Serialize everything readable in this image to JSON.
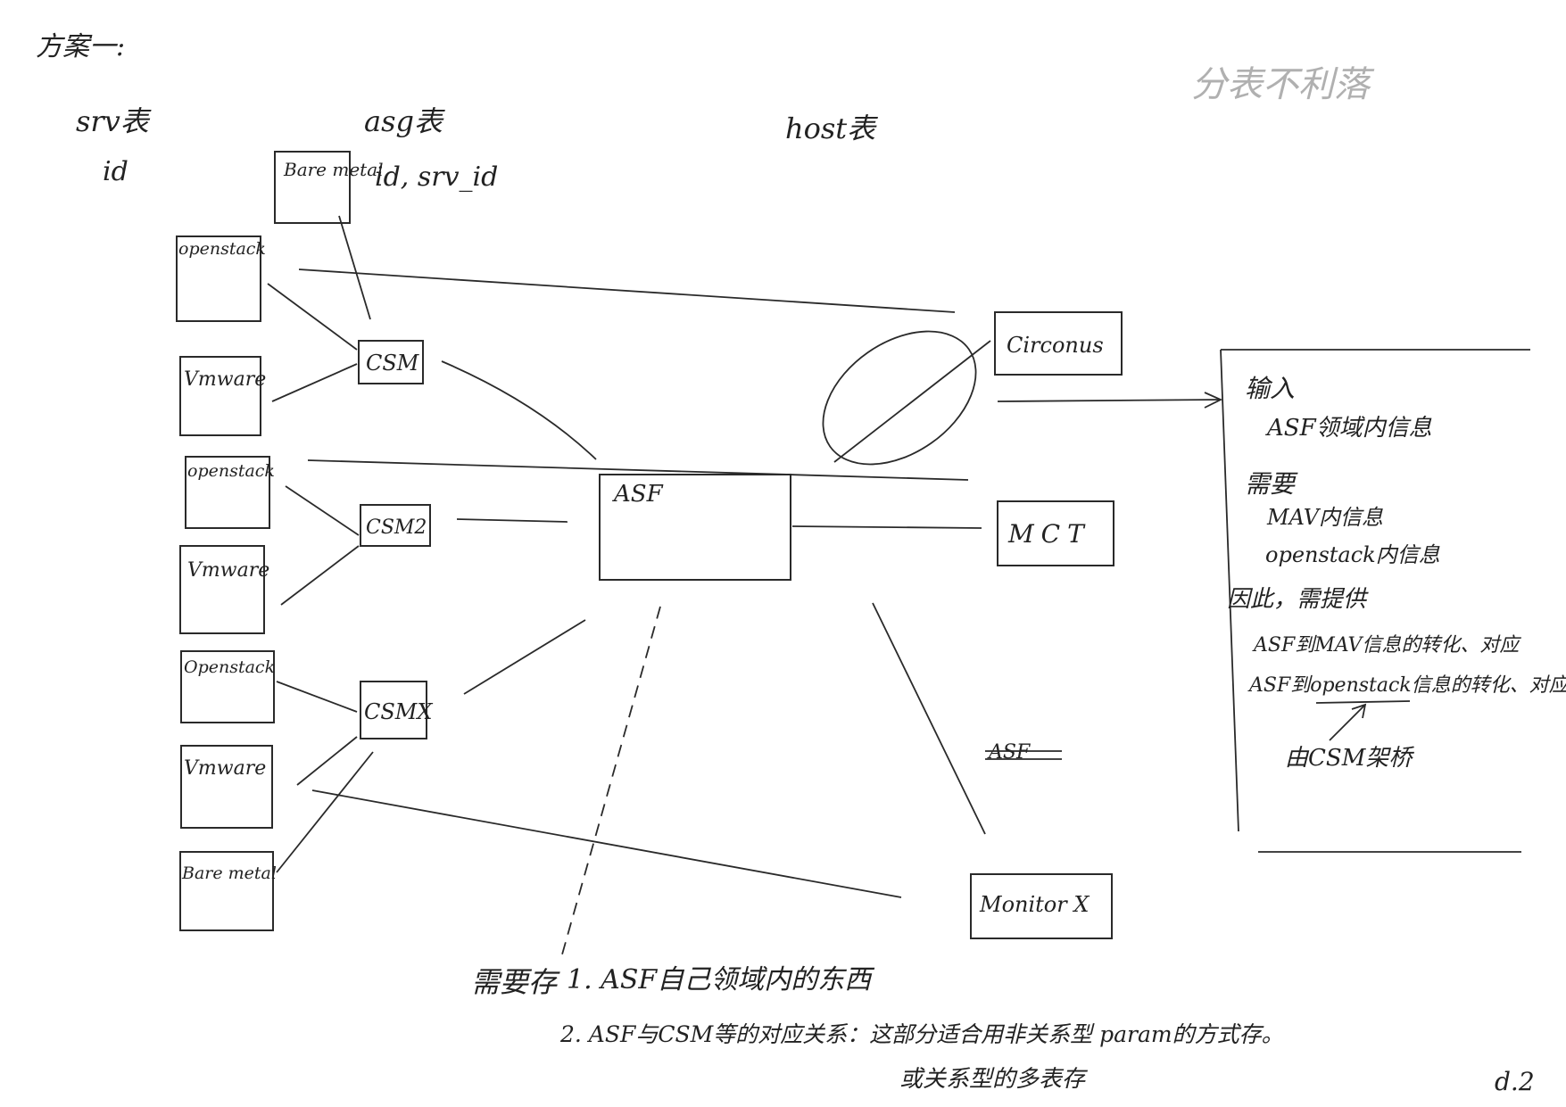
{
  "page": {
    "title": "方案一:",
    "corner_note": "分表不利落",
    "page_number": "d.2"
  },
  "tables": {
    "srv": {
      "name": "srv表",
      "fields": "id"
    },
    "asg": {
      "name": "asg表",
      "fields": "id, srv_id"
    },
    "host": {
      "name": "host表"
    }
  },
  "nodes": {
    "bare_metal_top": "Bare metal",
    "openstack_1": "openstack",
    "vmware_1": "Vmware",
    "openstack_2": "openstack",
    "vmware_2": "Vmware",
    "openstack_3": "Openstack",
    "vmware_3": "Vmware",
    "bare_metal_bottom": "Bare metal",
    "csm": "CSM",
    "csm2": "CSM2",
    "csmx": "CSMX",
    "asf": "ASF",
    "circonus": "Circonus",
    "mct": "MCT",
    "struck": "ASF",
    "monitorx": "Monitor X"
  },
  "side_panel": {
    "input_label": "输入",
    "input_text": "ASF领域内信息",
    "need_label": "需要",
    "need_1": "MAV内信息",
    "need_2": "openstack内信息",
    "therefore_label": "因此，需提供",
    "provide_1": "ASF到MAV信息的转化、对应",
    "provide_2": "ASF到openstack信息的转化、对应",
    "bridge_note": "由CSM架桥"
  },
  "notes": {
    "prefix": "需要存",
    "item_1": "1. ASF自己领域内的东西",
    "item_2": "2. ASF与CSM等的对应关系：这部分适合用非关系型 param的方式存。",
    "item_2_cont": "或关系型的多表存"
  }
}
